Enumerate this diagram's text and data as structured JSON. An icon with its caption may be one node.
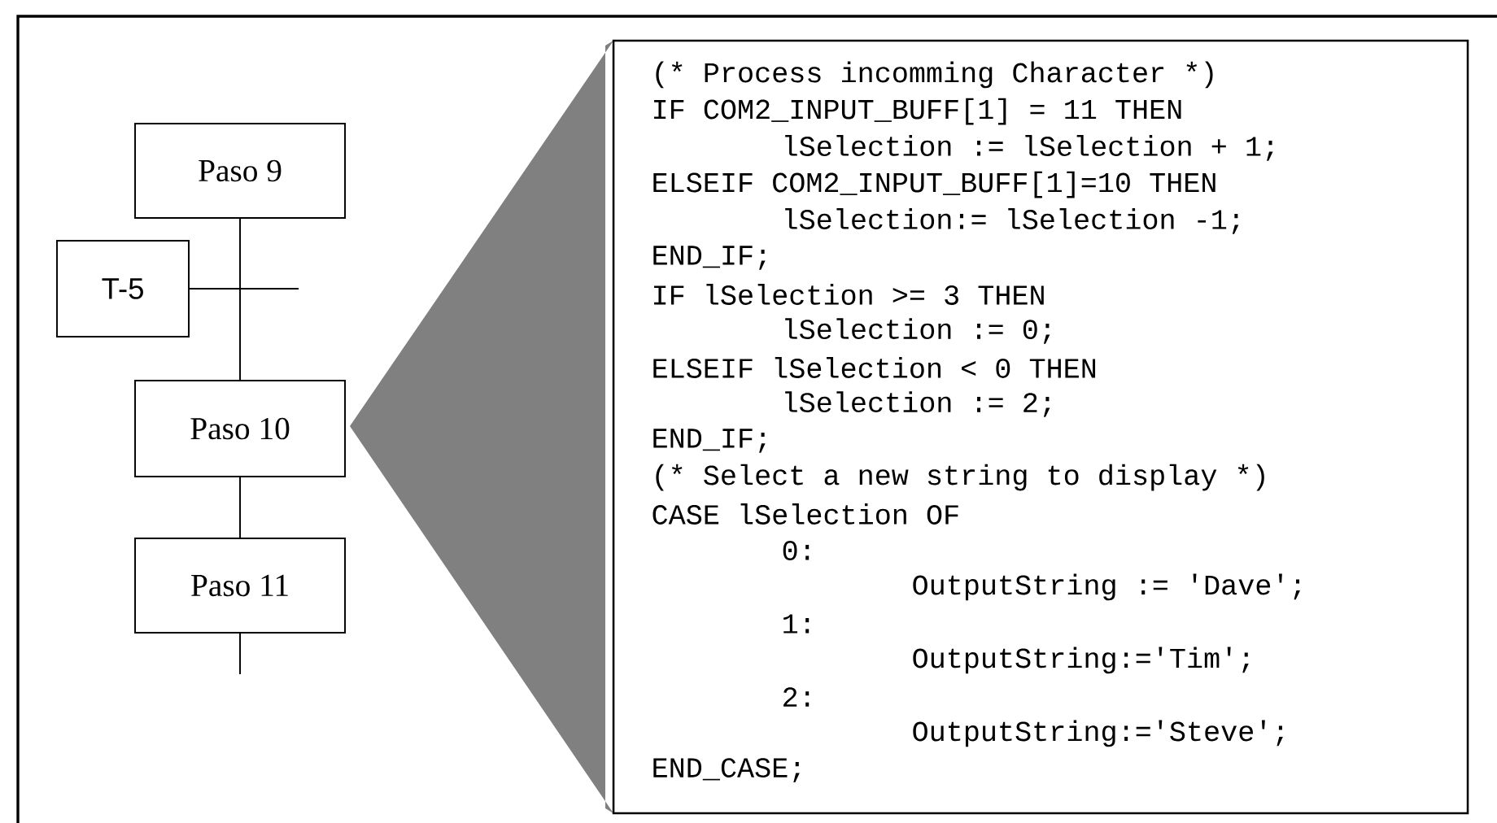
{
  "diagram": {
    "nodes": [
      {
        "text": [
          "Paso 9"
        ]
      },
      {
        "text": [
          "T-5"
        ]
      },
      {
        "text": [
          "Paso 10"
        ]
      },
      {
        "text": [
          "Paso 11"
        ]
      },
      {
        "text": [
          "(* Process incomming Character *)",
          "IF COM2_INPUT_BUFF[1] = 11 THEN",
          "lSelection := lSelection + 1;",
          "ELSEIF COM2_INPUT_BUFF[1]=10 THEN",
          "lSelection:= lSelection -1;",
          "END_IF;",
          "IF lSelection >= 3 THEN",
          "lSelection := 0;",
          "ELSEIF lSelection < 0 THEN",
          "lSelection := 2;",
          "END_IF;",
          "(* Select a new string to display *)",
          "CASE lSelection OF",
          "0:",
          "OutputString := 'Dave';",
          "1:",
          "OutputString:='Tim';",
          "2:",
          "OutputString:='Steve';",
          "END_CASE;"
        ]
      },
      {
        "text": [],
        "shape": "triangle"
      }
    ],
    "edges": [
      {
        "from": 0,
        "to": 2,
        "arrow": "none"
      },
      {
        "from": 1,
        "to": null,
        "arrow": "none"
      },
      {
        "from": 2,
        "to": 3,
        "arrow": "none"
      },
      {
        "from": 3,
        "to": null,
        "arrow": "none"
      }
    ]
  }
}
